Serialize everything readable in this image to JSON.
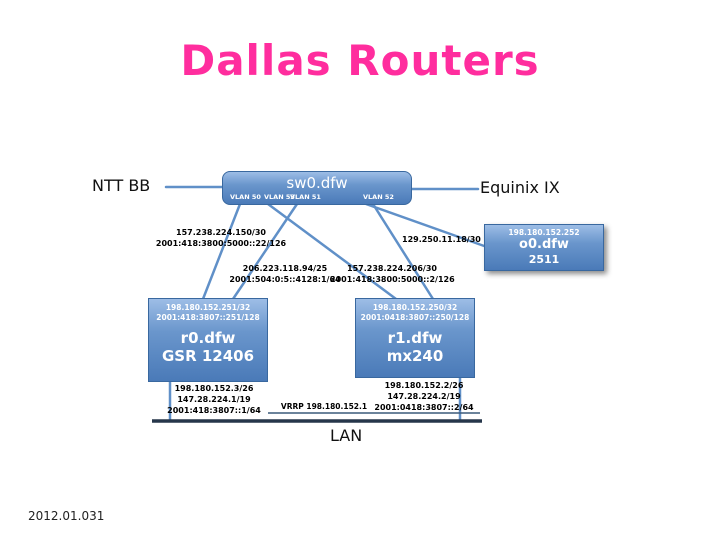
{
  "slide": {
    "title": "Dallas Routers",
    "footer": "2012.01.031"
  },
  "edges": {
    "ntt": "NTT BB",
    "equinix": "Equinix IX"
  },
  "switch": {
    "name": "sw0.dfw",
    "vlans": [
      "VLAN 50",
      "VLAN 53",
      "VLAN 51",
      "VLAN 52"
    ]
  },
  "oob_router": {
    "ip": "198.180.152.252",
    "name": "o0.dfw",
    "model": "2511"
  },
  "router0": {
    "loopbacks": "198.180.152.251/32\n2001:418:3807::251/128",
    "name": "r0.dfw",
    "model": "GSR 12406",
    "lan_addrs": "198.180.152.3/26\n147.28.224.1/19\n2001:418:3807::1/64"
  },
  "router1": {
    "loopbacks": "198.180.152.250/32\n2001:0418:3807::250/128",
    "name": "r1.dfw",
    "model": "mx240",
    "lan_addrs": "198.180.152.2/26\n147.28.224.2/19\n2001:0418:3807::2/64"
  },
  "link_labels": {
    "ntt_link": "157.238.224.150/30\n2001:418:3800:5000::22/126",
    "oob_link": "129.250.11.18/30",
    "ix_link": "206.223.118.94/25\n2001:504:0:5::4128:1/64",
    "r1_link": "157.238.224.206/30\n2001:418:3800:5000::2/126"
  },
  "lan": {
    "vrrp": "VRRP 198.180.152.1",
    "label": "LAN"
  }
}
